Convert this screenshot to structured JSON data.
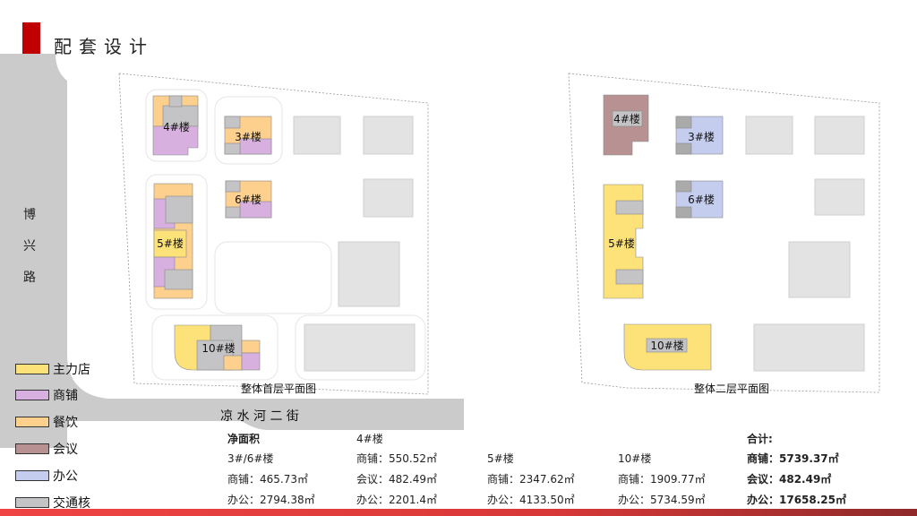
{
  "header": {
    "title": "配套设计"
  },
  "map": {
    "road_west": [
      "博",
      "兴",
      "路"
    ],
    "road_south": "凉 水 河 二 街",
    "plan_ground_caption": "整体首层平面图",
    "plan_second_caption": "整体二层平面图",
    "buildings": {
      "b3": "3#楼",
      "b4": "4#楼",
      "b5": "5#楼",
      "b6": "6#楼",
      "b10": "10#楼"
    }
  },
  "legend": [
    {
      "label": "主力店",
      "color": "#fde27a"
    },
    {
      "label": "商铺",
      "color": "#d8b0e0"
    },
    {
      "label": "餐饮",
      "color": "#fdd08e"
    },
    {
      "label": "会议",
      "color": "#b89292"
    },
    {
      "label": "办公",
      "color": "#c5cdef"
    },
    {
      "label": "交通核",
      "color": "#c4c4c6"
    }
  ],
  "table": {
    "heading": "净面积",
    "total_heading": "合计:",
    "columns": [
      {
        "name": "3#/6#楼",
        "rows": [
          "商铺：465.73㎡",
          "办公：2794.38㎡"
        ]
      },
      {
        "name": "4#楼",
        "rows": [
          "商铺：550.52㎡",
          "会议：482.49㎡",
          "办公：2201.4㎡"
        ]
      },
      {
        "name": "5#楼",
        "rows": [
          "商铺：2347.62㎡",
          "办公：4133.50㎡"
        ]
      },
      {
        "name": "10#楼",
        "rows": [
          "商铺：1909.77㎡",
          "办公：5734.59㎡"
        ]
      }
    ],
    "totals": [
      "商铺：5739.37㎡",
      "会议：482.49㎡",
      "办公：17658.25㎡"
    ]
  }
}
